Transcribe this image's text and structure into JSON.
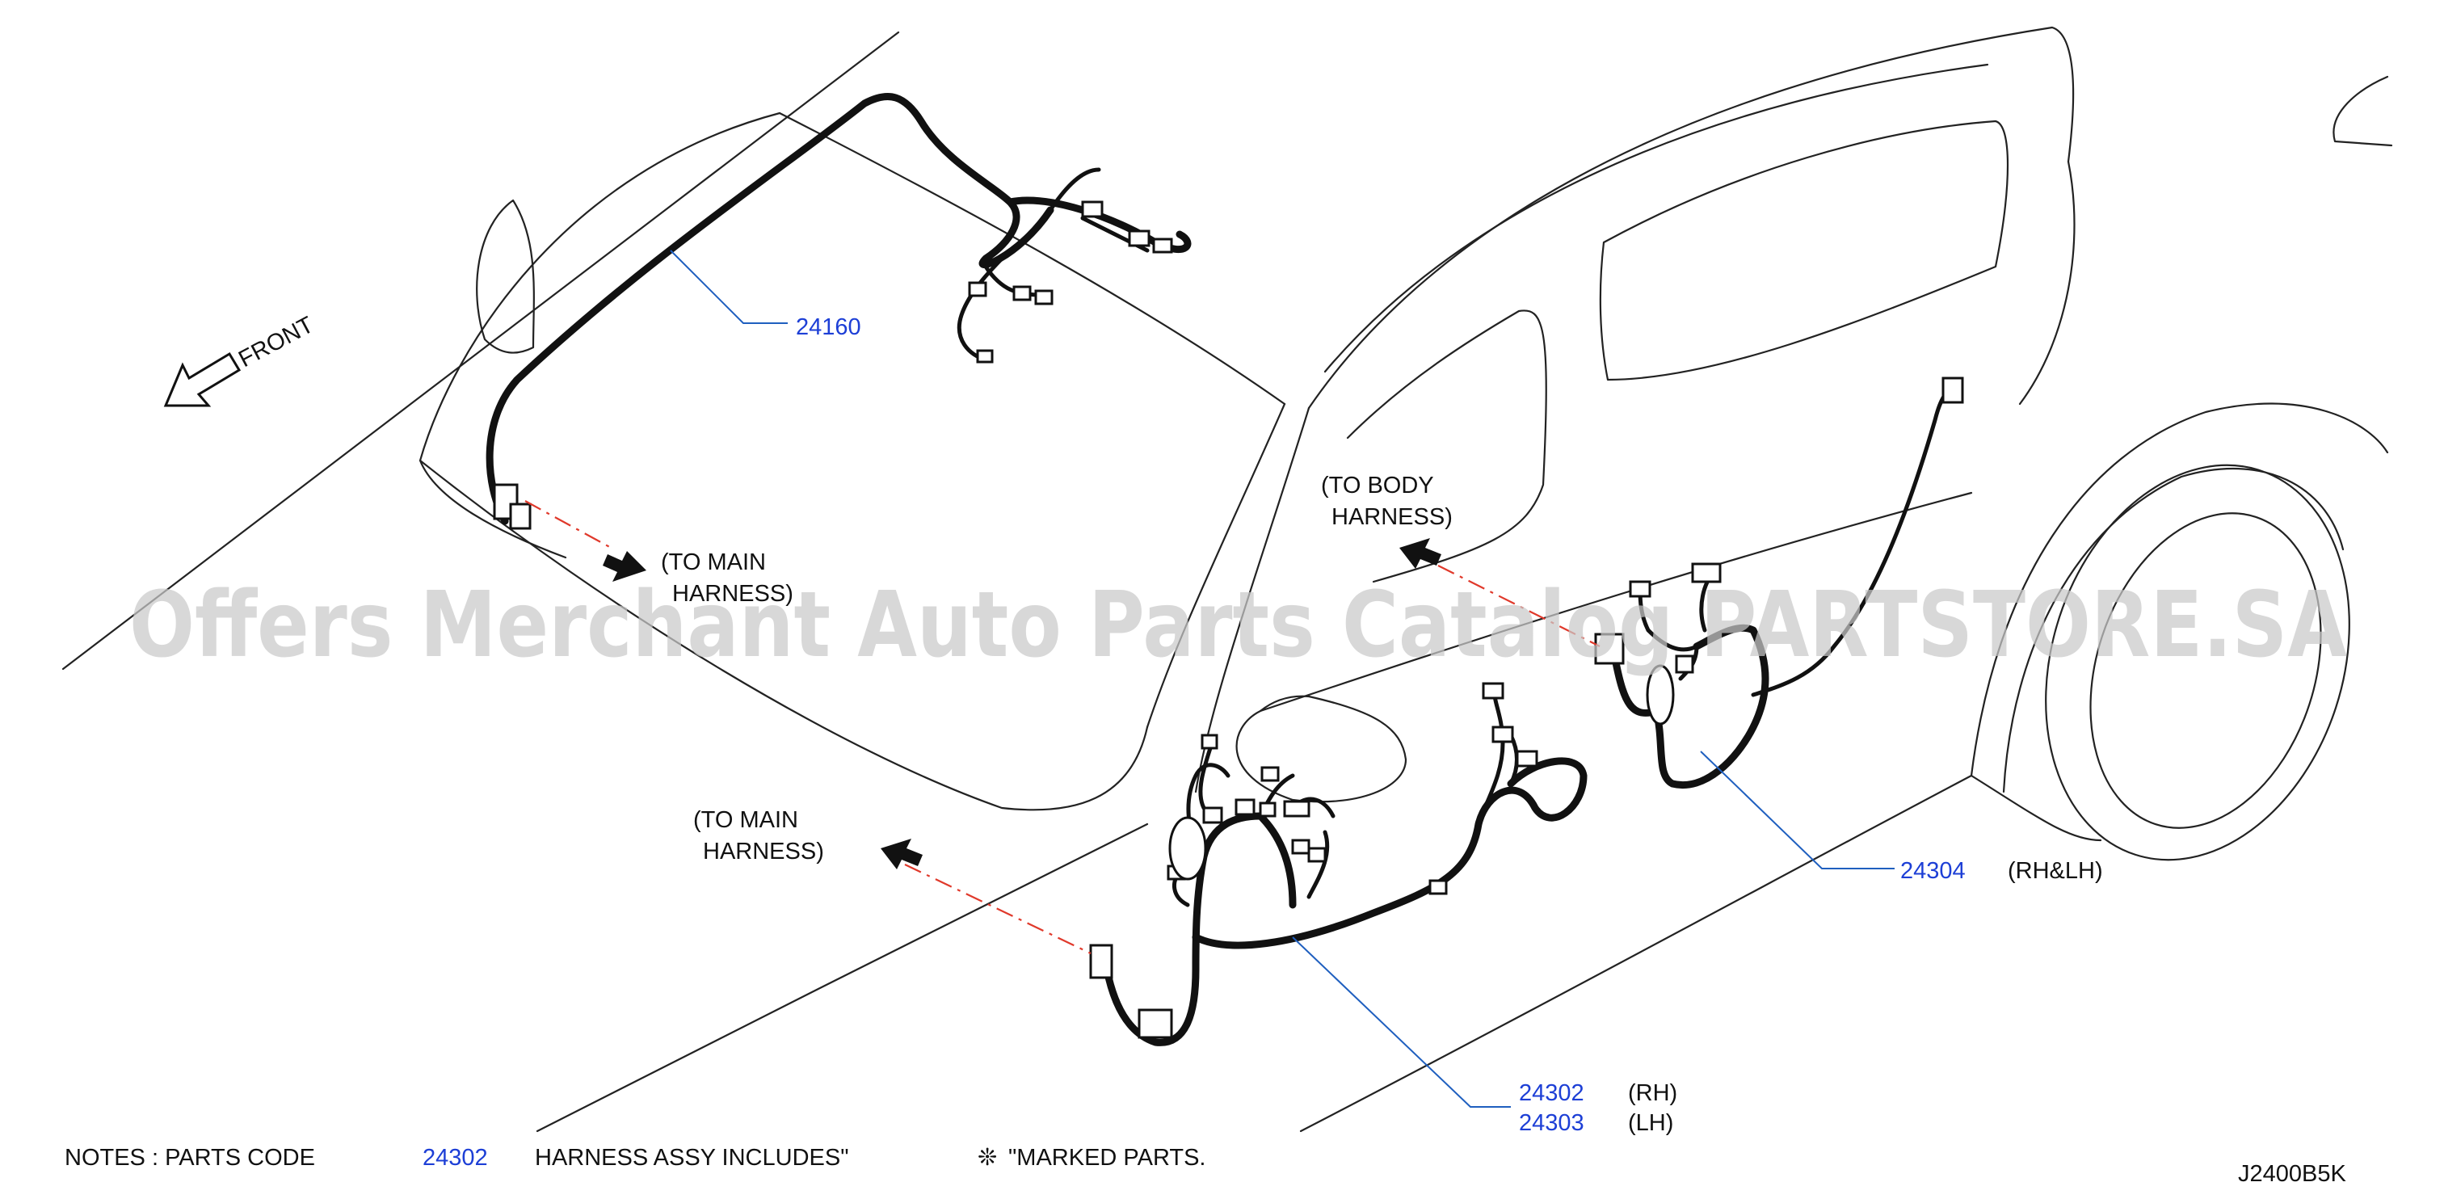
{
  "diagram_id": "J2400B5K",
  "watermark": "Offers Merchant Auto Parts Catalog PARTSTORE.SA",
  "front_label": "FRONT",
  "callouts": {
    "to_main_harness_top": {
      "line1": "(TO   MAIN",
      "line2": "HARNESS)"
    },
    "to_main_harness_bottom": {
      "line1": "(TO   MAIN",
      "line2": "HARNESS)"
    },
    "to_body_harness": {
      "line1": "(TO   BODY",
      "line2": "HARNESS)"
    }
  },
  "parts": [
    {
      "code": "24160",
      "side": ""
    },
    {
      "code": "24304",
      "side": "(RH&LH)"
    },
    {
      "code": "24302",
      "side": "(RH)"
    },
    {
      "code": "24303",
      "side": "(LH)"
    }
  ],
  "notes": {
    "prefix": "NOTES   :   PARTS   CODE",
    "code": "24302",
    "middle": "HARNESS   ASSY   INCLUDES\"",
    "symbol": "❊",
    "suffix": "\"MARKED   PARTS."
  },
  "colors": {
    "part_code": "#1d3fd6",
    "leader_line": "#1f5fbf",
    "dashed_line": "#e0392b",
    "watermark": "#c9c9c9"
  }
}
